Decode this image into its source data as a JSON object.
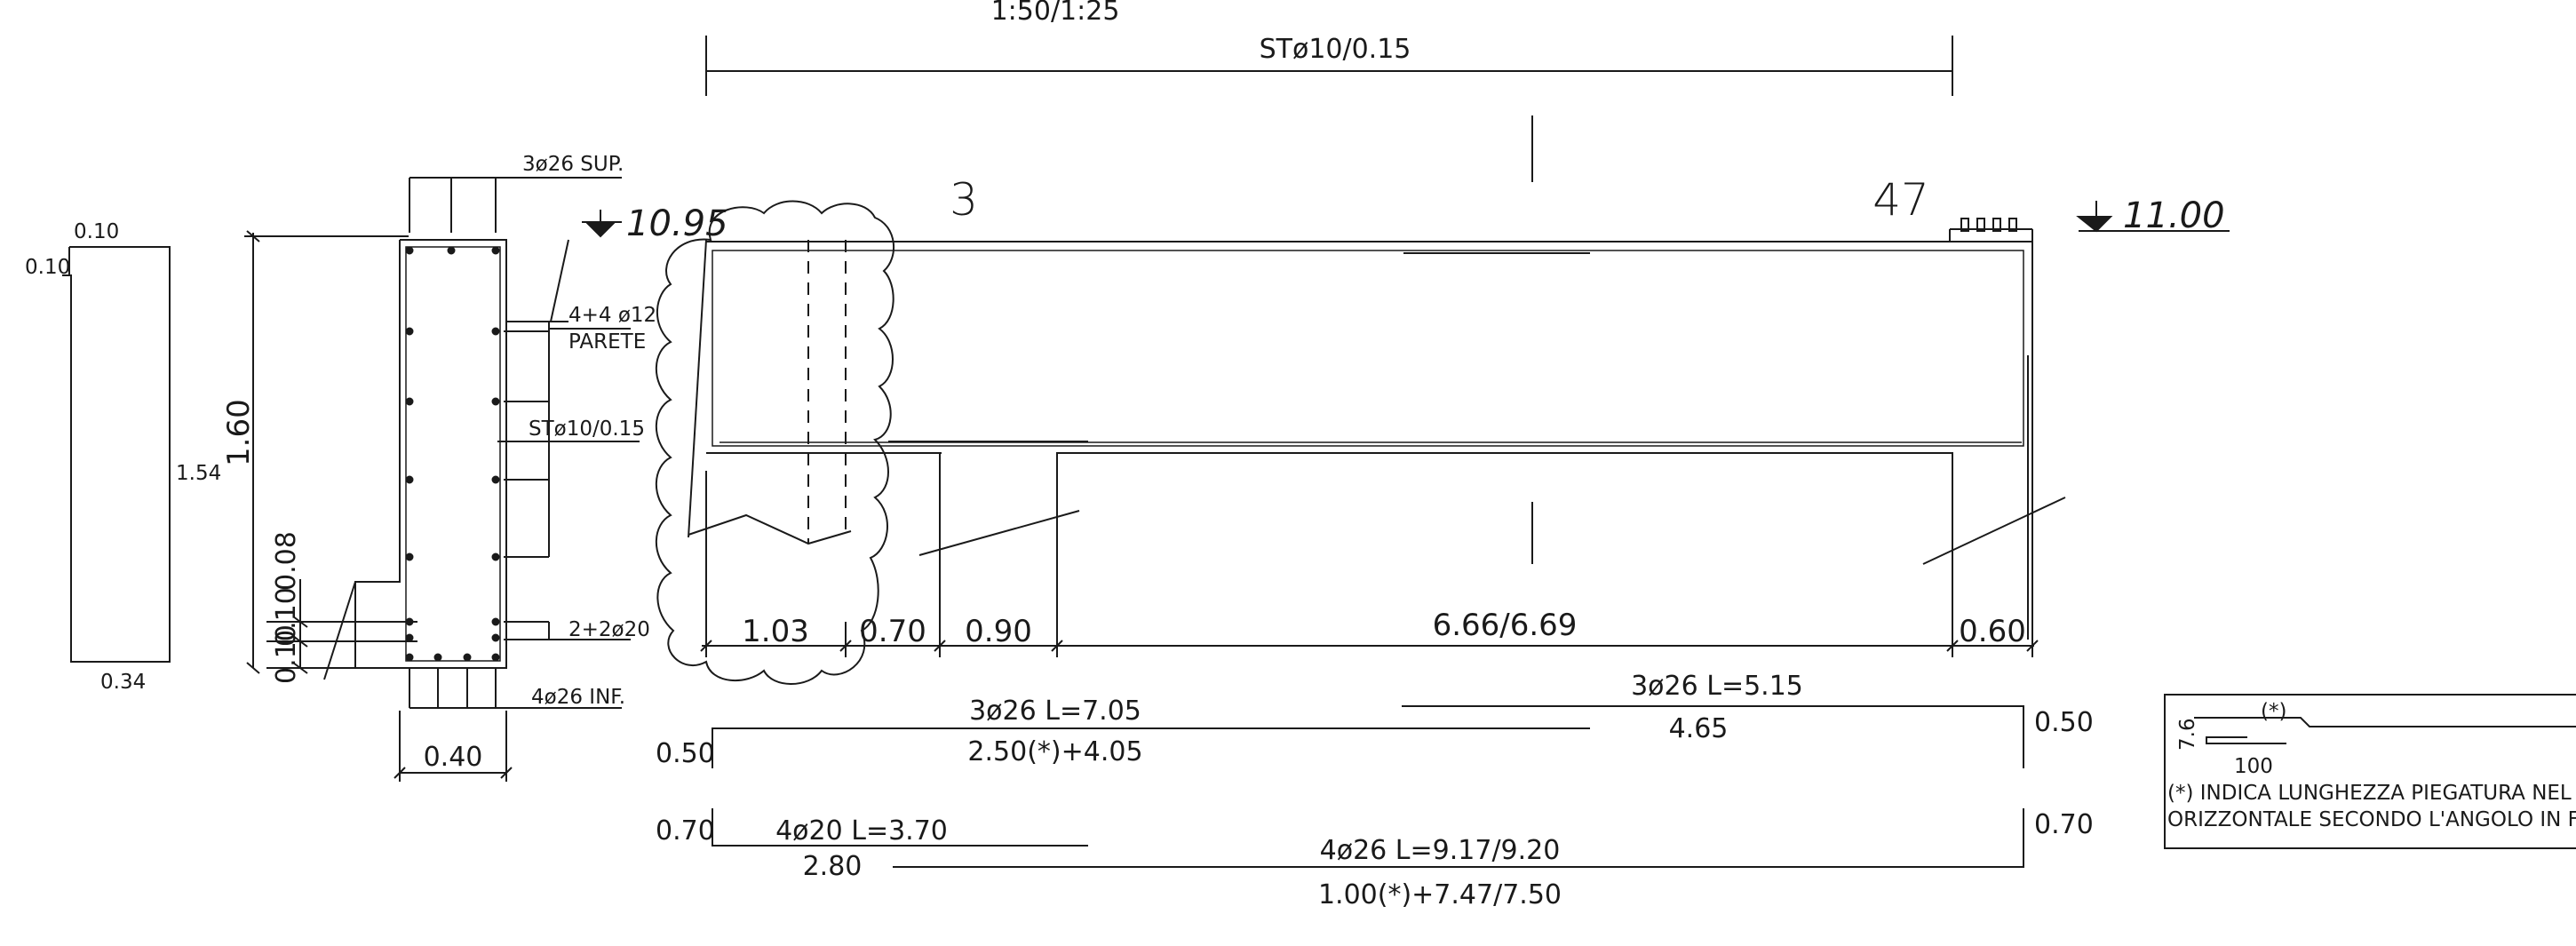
{
  "header": {
    "scale": "1:50/1:25",
    "top_stirrups": "STø10/0.15"
  },
  "elevations": {
    "left": "10.95",
    "right": "11.00"
  },
  "section_marks": {
    "left": "3",
    "right": "47"
  },
  "simple_section": {
    "top_dim": "0.10",
    "left_dim": "0.10",
    "height": "1.54",
    "width": "0.34"
  },
  "rebar_section": {
    "top_bars": "3ø26 SUP.",
    "side_bars": "4+4 ø12",
    "side_bars_note": "PARETE",
    "stirrups": "STø10/0.15",
    "extra_bars": "2+2ø20",
    "bottom_bars": "4ø26 INF.",
    "height": "1.60",
    "dim_upper": "0.08",
    "dim_lower": "0.10",
    "dim_bottom": "0.10",
    "width": "0.40"
  },
  "span_dims": {
    "d1": "1.03",
    "d2": "0.70",
    "d3": "0.90",
    "d4": "6.66/6.69",
    "d5": "0.60"
  },
  "bars": {
    "b1_label": "3ø26 L=7.05",
    "b1_breakdown": "2.50(*)+4.05",
    "b1_hook": "0.50",
    "b2_label": "3ø26 L=5.15",
    "b2_length": "4.65",
    "b2_hook": "0.50",
    "b3_label": "4ø20 L=3.70",
    "b3_length": "2.80",
    "b3_hook": "0.70",
    "b4_label": "4ø26 L=9.17/9.20",
    "b4_breakdown": "1.00(*)+7.47/7.50",
    "b4_hook": "0.70"
  },
  "legend": {
    "star": "(*)",
    "height": "7.6",
    "base": "100",
    "note_line1": "(*) INDICA LUNGHEZZA PIEGATURA NEL PIANO",
    "note_line2": "ORIZZONTALE SECONDO L'ANGOLO IN FIGURA"
  }
}
